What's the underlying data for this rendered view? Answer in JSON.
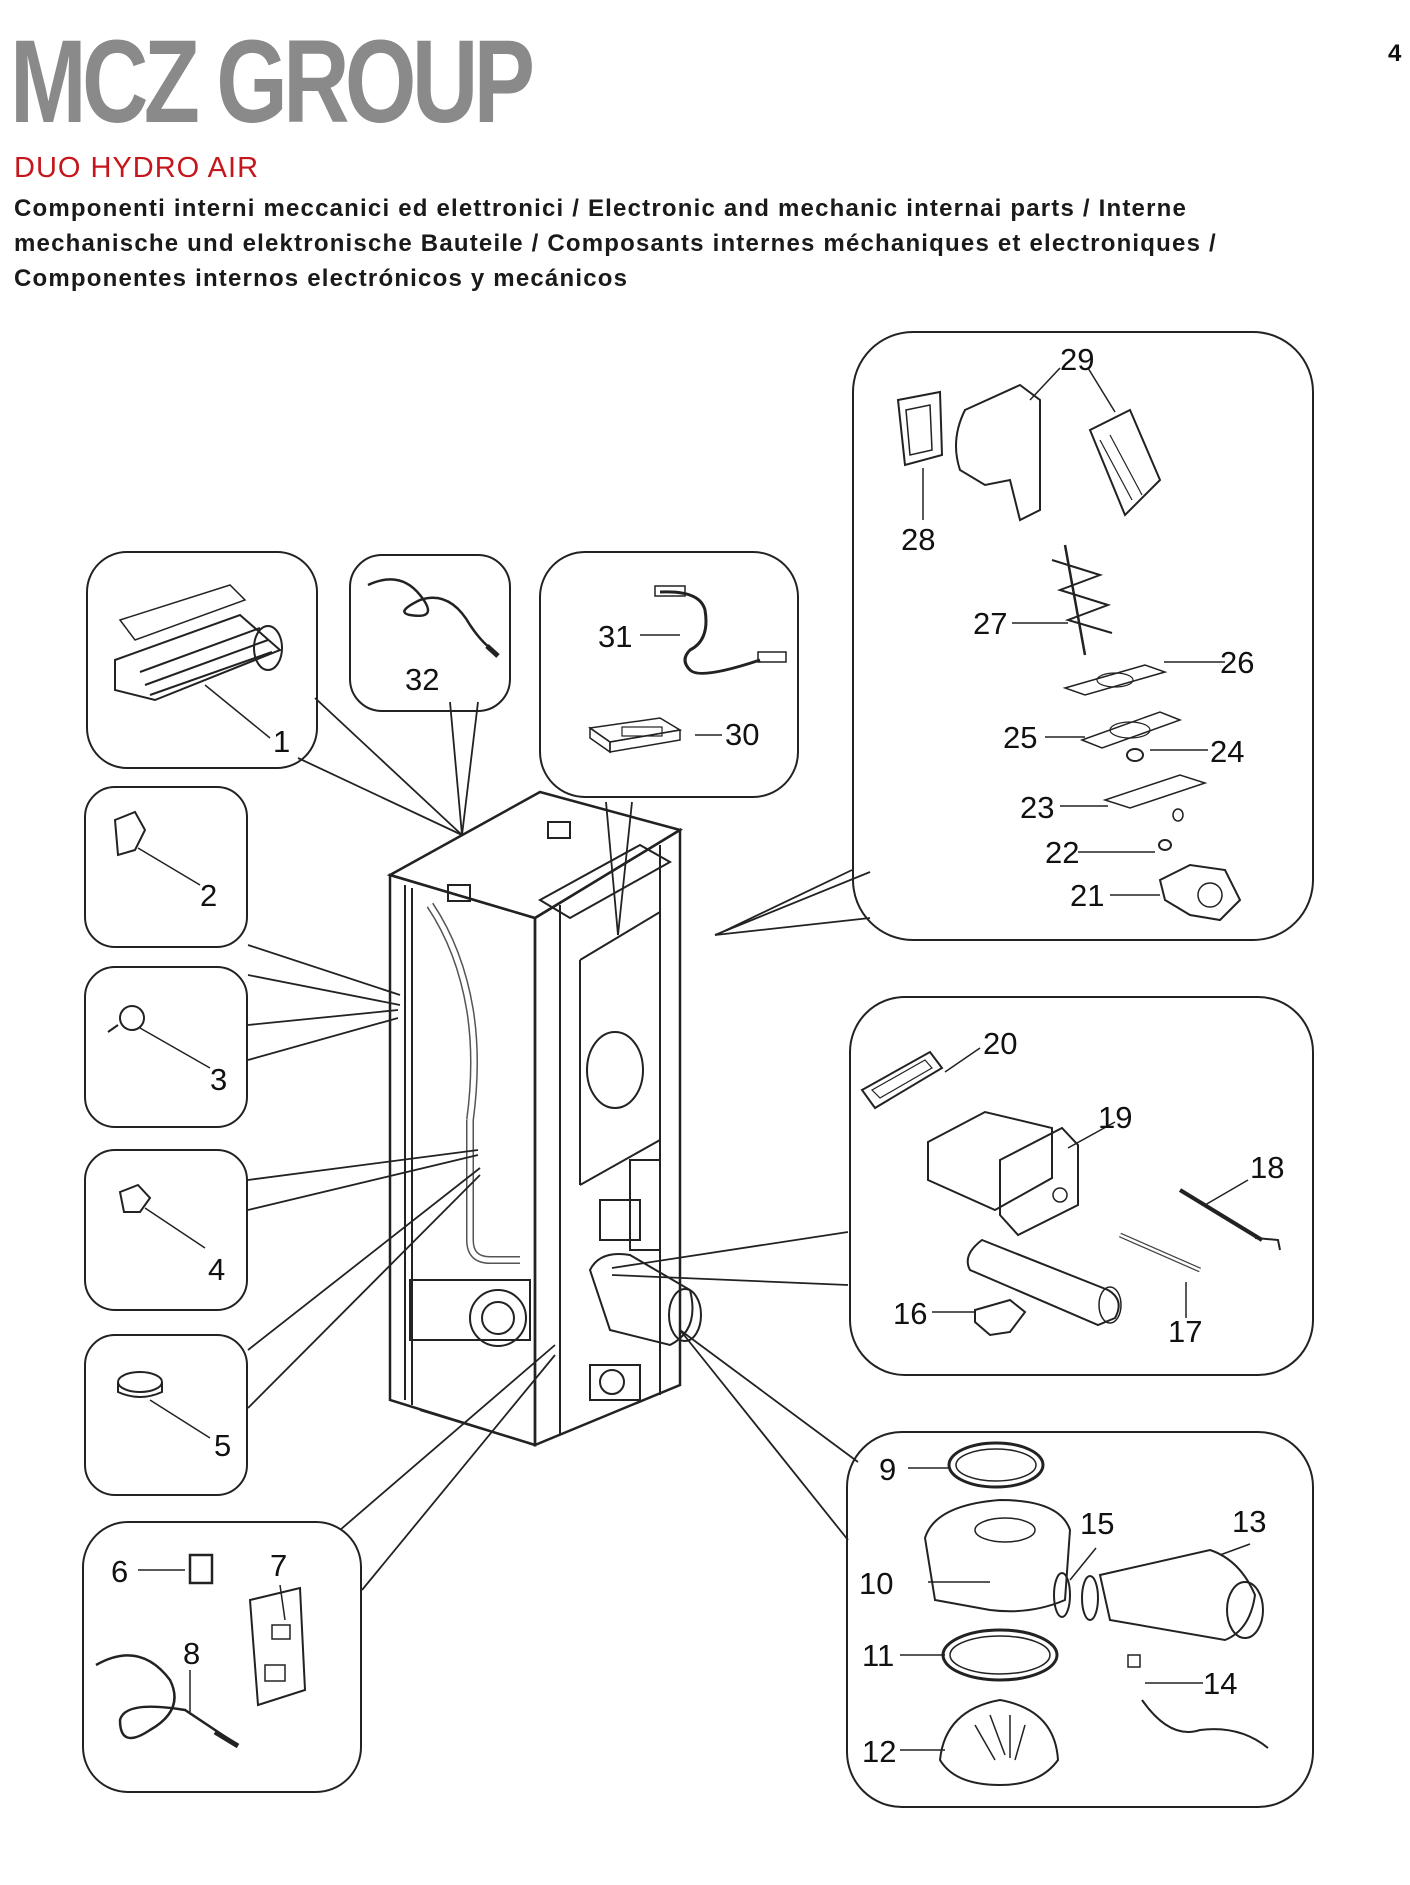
{
  "header": {
    "brand_logo": "MCZ GROUP",
    "page_number": "4",
    "model": "DUO HYDRO AIR",
    "subtitle": "Componenti interni meccanici ed elettronici / Electronic and mechanic internai parts / Interne mechanische und elektronische Bauteile / Composants internes méchaniques et electroniques / Componentes internos electrónicos y mecánicos"
  },
  "callouts": {
    "c1": "1",
    "c2": "2",
    "c3": "3",
    "c4": "4",
    "c5": "5",
    "c6": "6",
    "c7": "7",
    "c8": "8",
    "c9": "9",
    "c10": "10",
    "c11": "11",
    "c12": "12",
    "c13": "13",
    "c14": "14",
    "c15": "15",
    "c16": "16",
    "c17": "17",
    "c18": "18",
    "c19": "19",
    "c20": "20",
    "c21": "21",
    "c22": "22",
    "c23": "23",
    "c24": "24",
    "c25": "25",
    "c26": "26",
    "c27": "27",
    "c28": "28",
    "c29": "29",
    "c30": "30",
    "c31": "31",
    "c32": "32"
  }
}
